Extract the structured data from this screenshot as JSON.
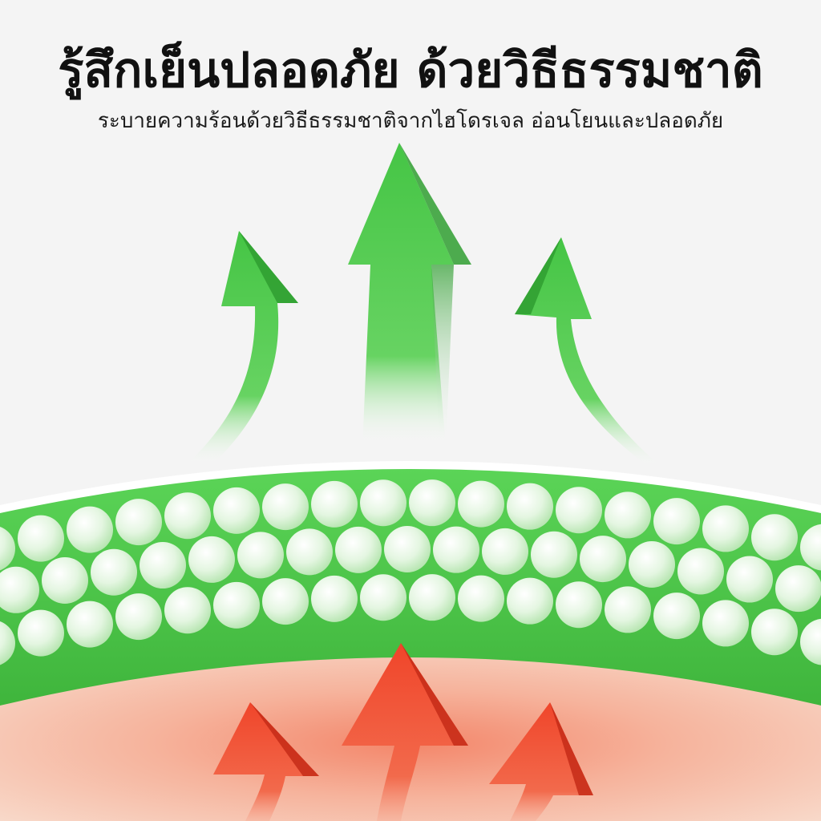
{
  "headline": "รู้สึกเย็นปลอดภัย ด้วยวิธีธรรมชาติ",
  "subline": "ระบายความร้อนด้วยวิธีธรรมชาติจากไฮโดรเจล อ่อนโยนและปลอดภัย",
  "colors": {
    "background": "#f4f4f4",
    "gel_band": "#4fc84a",
    "gel_bead": "#dff5dc",
    "skin": "#f7c9b4",
    "cool_arrow": "#45c545",
    "heat_arrow": "#f0452a"
  },
  "icons": {
    "cool_arrows": "upward-green-arrow",
    "heat_arrows": "upward-red-arrow",
    "beads": "hydrogel-bead"
  }
}
